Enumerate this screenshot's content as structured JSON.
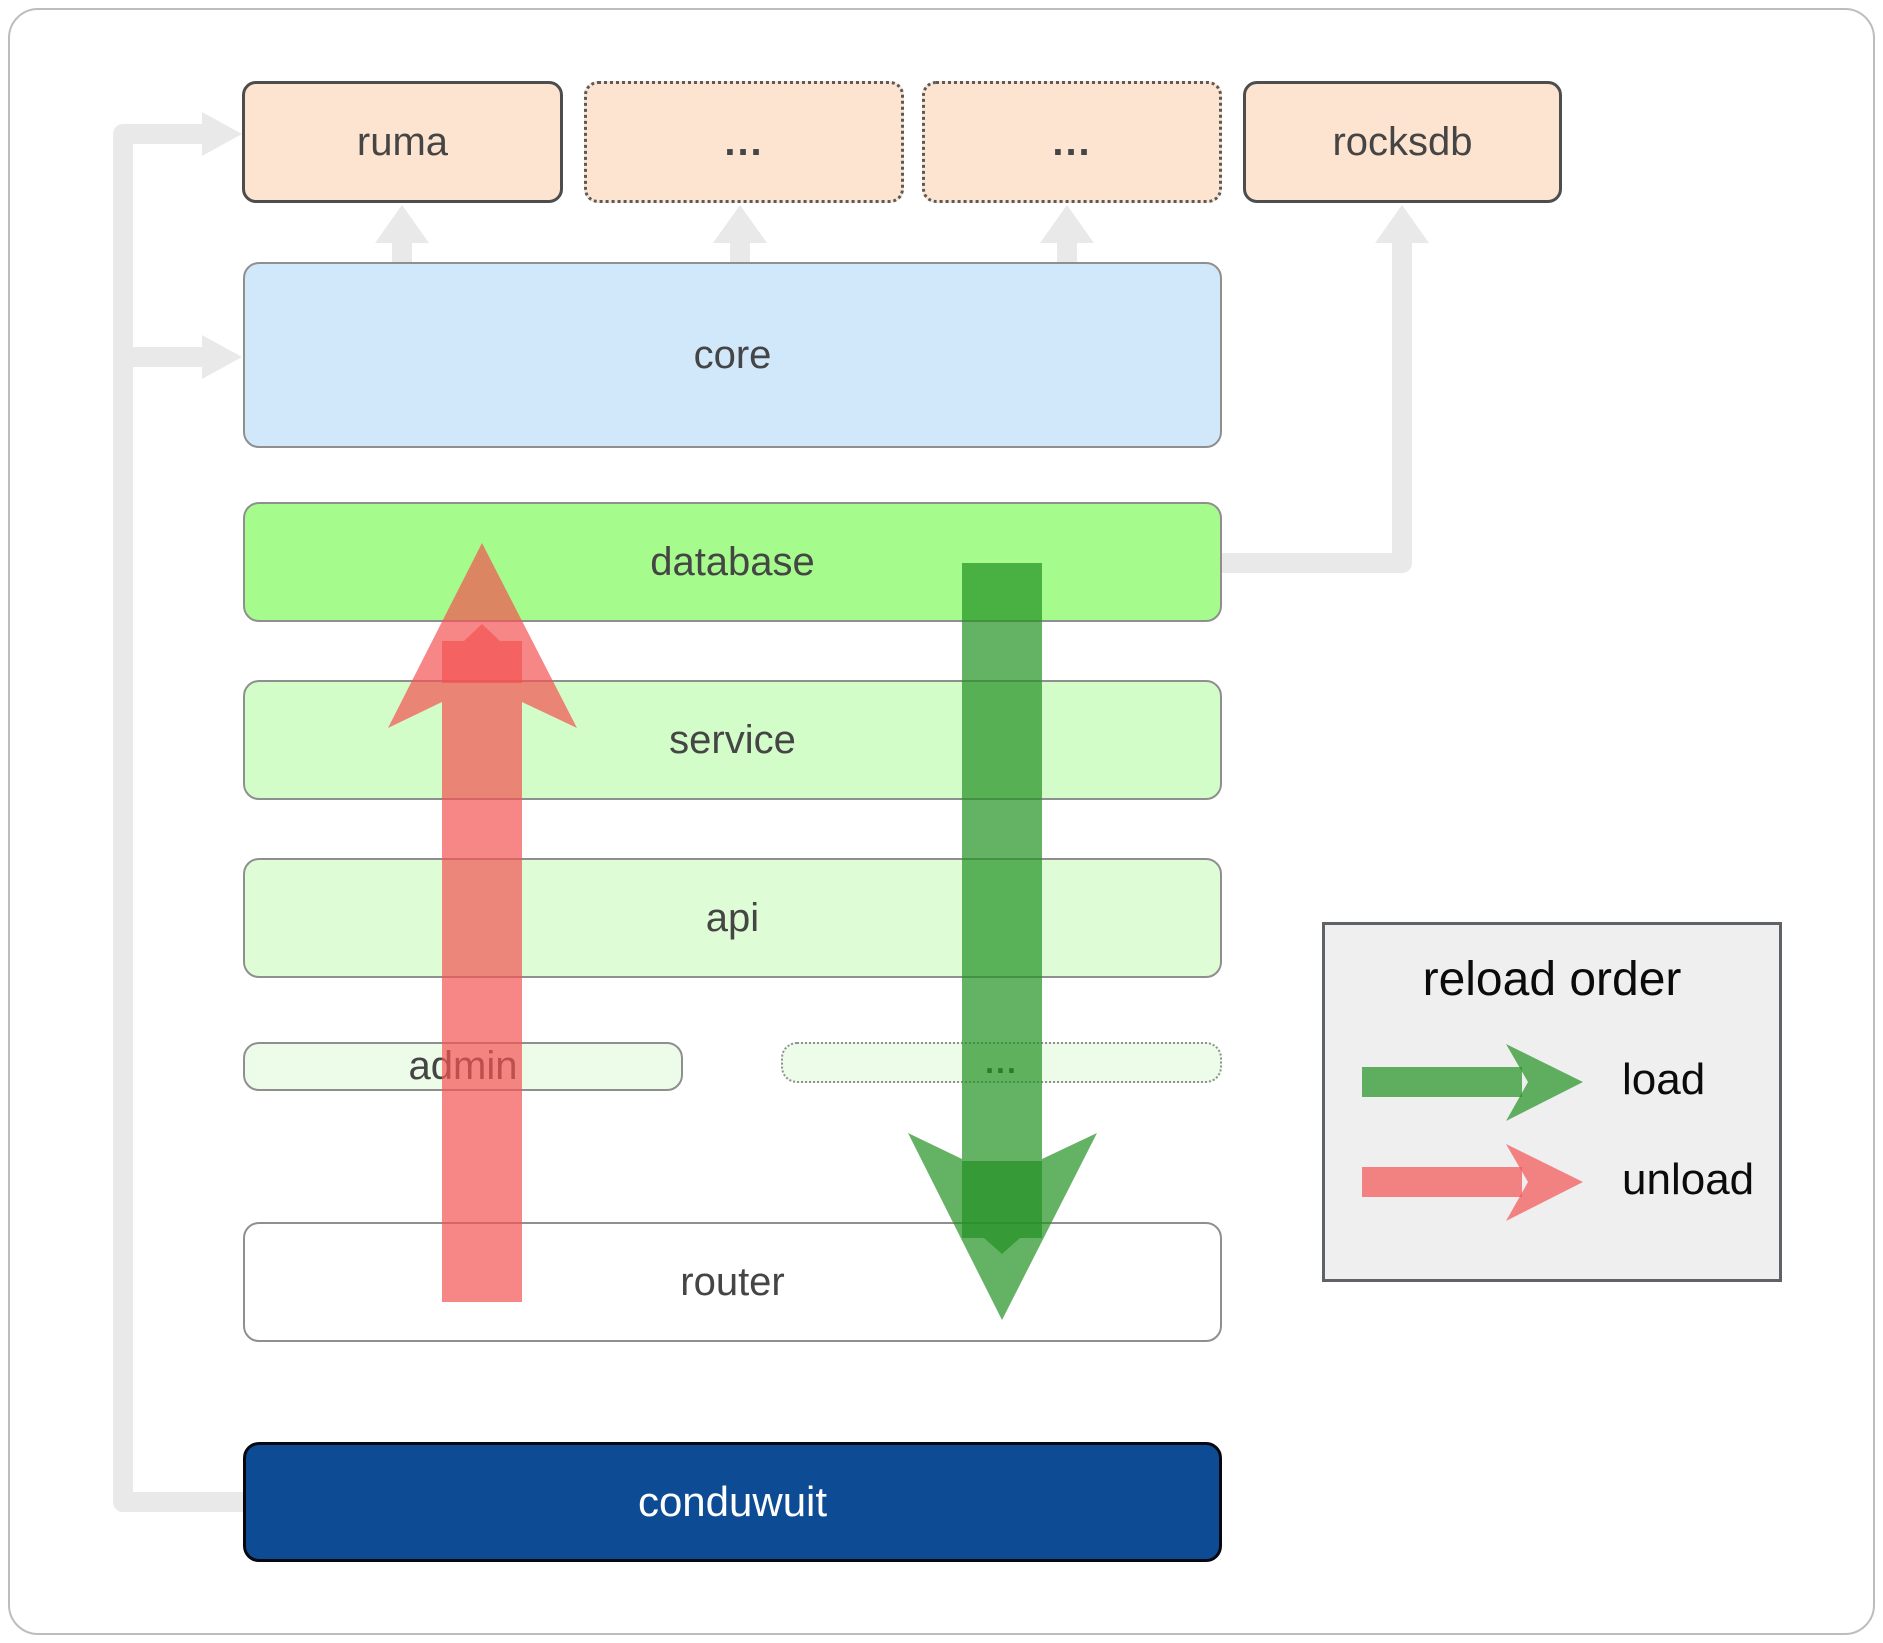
{
  "nodes": {
    "ruma": "ruma",
    "ext1": "...",
    "ext2": "...",
    "rocksdb": "rocksdb",
    "core": "core",
    "database": "database",
    "service": "service",
    "api": "api",
    "admin": "admin",
    "more": "...",
    "router": "router",
    "app": "conduwuit"
  },
  "legend": {
    "title": "reload order",
    "load_label": "load",
    "unload_label": "unload"
  },
  "colors": {
    "connector": "#e9e9e9",
    "load": "#229122",
    "unload": "#f45353",
    "frame": "#bdbdbd",
    "box_border": "#8f8f8f",
    "peach": "#fce4d0",
    "peach_border": "#4d4d4d",
    "core": "#d1e7fa",
    "database": "#a5fb8b",
    "service": "#d2fcc8",
    "api": "#defdd7",
    "admin": "#edfce9",
    "router": "#ffffff",
    "app": "#0d4c95",
    "app_border": "#07080f",
    "legend_bg": "#efefef",
    "legend_border": "#5f6368",
    "label": "#454545"
  }
}
